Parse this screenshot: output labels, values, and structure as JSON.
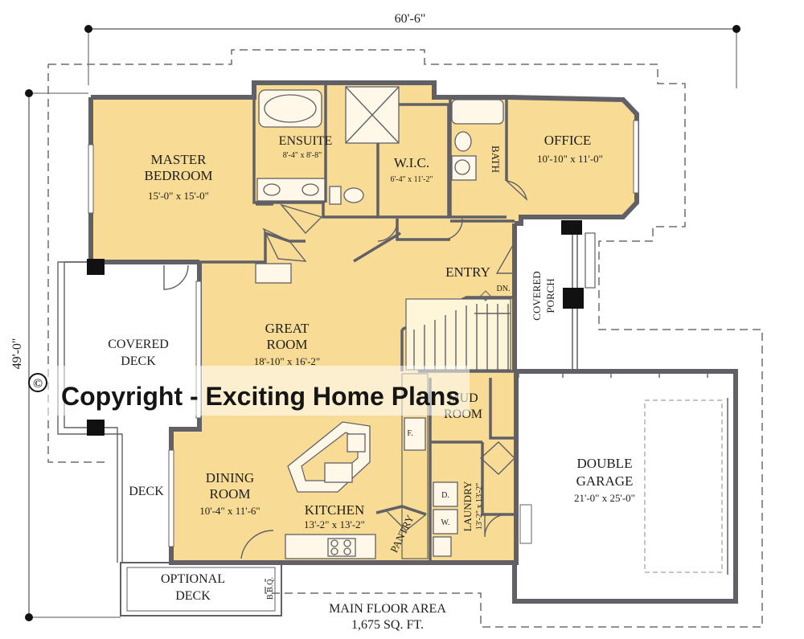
{
  "dimensions": {
    "width": "60'-6\"",
    "depth": "49'-0\""
  },
  "rooms": {
    "master_bedroom": {
      "name_line1": "MASTER",
      "name_line2": "BEDROOM",
      "size": "15'-0\" x 15'-0\""
    },
    "ensuite": {
      "name": "ENSUITE",
      "size": "8'-4\" x 8'-8\""
    },
    "wic": {
      "name": "W.I.C.",
      "size": "6'-4\" x 11'-2\""
    },
    "bath": {
      "name": "BATH"
    },
    "office": {
      "name": "OFFICE",
      "size": "10'-10\" x 11'-0\""
    },
    "entry": {
      "name": "ENTRY",
      "stair_note": "DN."
    },
    "covered_porch": {
      "name_line1": "COVERED",
      "name_line2": "PORCH"
    },
    "great_room": {
      "name_line1": "GREAT",
      "name_line2": "ROOM",
      "size": "18'-10\" x 16'-2\""
    },
    "covered_deck": {
      "name_line1": "COVERED",
      "name_line2": "DECK"
    },
    "mud_room": {
      "name_line1": "MUD",
      "name_line2": "ROOM"
    },
    "double_garage": {
      "name_line1": "DOUBLE",
      "name_line2": "GARAGE",
      "size": "21'-0\" x 25'-0\""
    },
    "dining_room": {
      "name_line1": "DINING",
      "name_line2": "ROOM",
      "size": "10'-4\" x 11'-6\""
    },
    "kitchen": {
      "name": "KITCHEN",
      "size": "13'-2\" x 13'-2\""
    },
    "pantry": {
      "name": "PANTRY"
    },
    "laundry": {
      "name": "LAUNDRY",
      "size": "13'-2\" x 13'-2\""
    },
    "deck": {
      "name": "DECK"
    },
    "optional_deck": {
      "name_line1": "OPTIONAL",
      "name_line2": "DECK"
    },
    "bbq": {
      "name": "B.B.Q."
    }
  },
  "appliances": {
    "dryer": "D.",
    "washer": "W.",
    "fridge": "F."
  },
  "area": {
    "title": "MAIN FLOOR AREA",
    "value": "1,675 SQ. FT."
  },
  "watermark": {
    "symbol": "©",
    "text": "Copyright - Exciting Home Plans"
  },
  "colors": {
    "floor": "#f8dc95",
    "wall": "#606066",
    "dimension_line": "#555555"
  }
}
